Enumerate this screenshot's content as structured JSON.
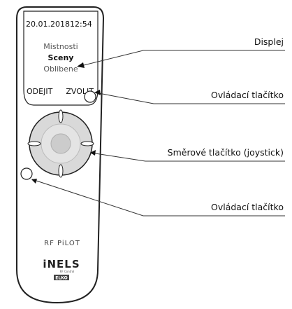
{
  "screen": {
    "date": "20.01.2018",
    "time": "12:54",
    "menu": [
      "Mistnosti",
      "Sceny",
      "Oblibene"
    ],
    "menu_selected_index": 1,
    "left_softkey": "ODEJIT",
    "right_softkey": "ZVOLIT"
  },
  "device_label": "RF PiLOT",
  "brand": {
    "logo": "iNELS",
    "sub": "RF Control",
    "maker": "ELKO"
  },
  "annotations": [
    "Displej",
    "Ovládací tlačítko",
    "Směrové tlačítko (joystick)",
    "Ovládací tlačítko"
  ],
  "colors": {
    "outline": "#222222",
    "joystick_fill": "#d9d9d9",
    "joystick_center": "#cccccc",
    "leader_line": "#333333"
  }
}
